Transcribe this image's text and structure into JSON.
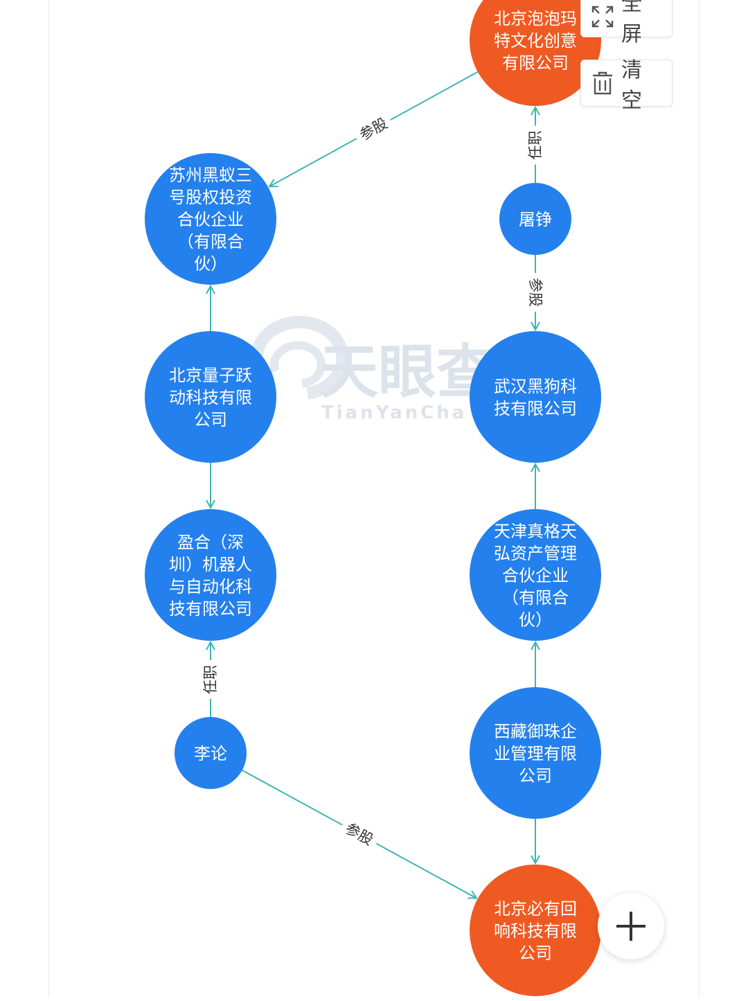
{
  "toolbar": {
    "fullscreen_label": "全屏",
    "clear_label": "清空",
    "fullscreen_icon": "expand-icon",
    "clear_icon": "trash-icon",
    "add_icon": "plus-icon"
  },
  "watermark": {
    "cn": "天眼查",
    "en": "TianYanCha"
  },
  "colors": {
    "person_node": "#2480ec",
    "company_node": "#2480ec",
    "endpoint_node": "#ef5a22",
    "edge": "#3bb5b0"
  },
  "graph": {
    "nodes": [
      {
        "id": "paopao",
        "label_lines": [
          "北京泡泡玛",
          "特文化创意",
          "有限公司"
        ],
        "kind": "endpoint"
      },
      {
        "id": "heiyi",
        "label_lines": [
          "苏州黑蚁三",
          "号股权投资",
          "合伙企业",
          "（有限合",
          "伙）"
        ],
        "kind": "company"
      },
      {
        "id": "tuzheng",
        "label_lines": [
          "屠铮"
        ],
        "kind": "person"
      },
      {
        "id": "liangzi",
        "label_lines": [
          "北京量子跃",
          "动科技有限",
          "公司"
        ],
        "kind": "company"
      },
      {
        "id": "heigou",
        "label_lines": [
          "武汉黑狗科",
          "技有限公司"
        ],
        "kind": "company"
      },
      {
        "id": "yinghe",
        "label_lines": [
          "盈合（深",
          "圳）机器人",
          "与自动化科",
          "技有限公司"
        ],
        "kind": "company"
      },
      {
        "id": "tianjin",
        "label_lines": [
          "天津真格天",
          "弘资产管理",
          "合伙企业",
          "（有限合",
          "伙）"
        ],
        "kind": "company"
      },
      {
        "id": "lilun",
        "label_lines": [
          "李论"
        ],
        "kind": "person"
      },
      {
        "id": "xizang",
        "label_lines": [
          "西藏御珠企",
          "业管理有限",
          "公司"
        ],
        "kind": "company"
      },
      {
        "id": "biyou",
        "label_lines": [
          "北京必有回",
          "响科技有限",
          "公司"
        ],
        "kind": "endpoint"
      }
    ],
    "edges": [
      {
        "from": "paopao",
        "to": "heiyi",
        "label": "参股"
      },
      {
        "from": "tuzheng",
        "to": "paopao",
        "label": "任职"
      },
      {
        "from": "tuzheng",
        "to": "heigou",
        "label": "参股"
      },
      {
        "from": "liangzi",
        "to": "heiyi",
        "label": ""
      },
      {
        "from": "liangzi",
        "to": "yinghe",
        "label": ""
      },
      {
        "from": "tianjin",
        "to": "heigou",
        "label": ""
      },
      {
        "from": "xizang",
        "to": "tianjin",
        "label": ""
      },
      {
        "from": "lilun",
        "to": "yinghe",
        "label": "任职"
      },
      {
        "from": "lilun",
        "to": "biyou",
        "label": "参股"
      },
      {
        "from": "xizang",
        "to": "biyou",
        "label": ""
      }
    ]
  }
}
